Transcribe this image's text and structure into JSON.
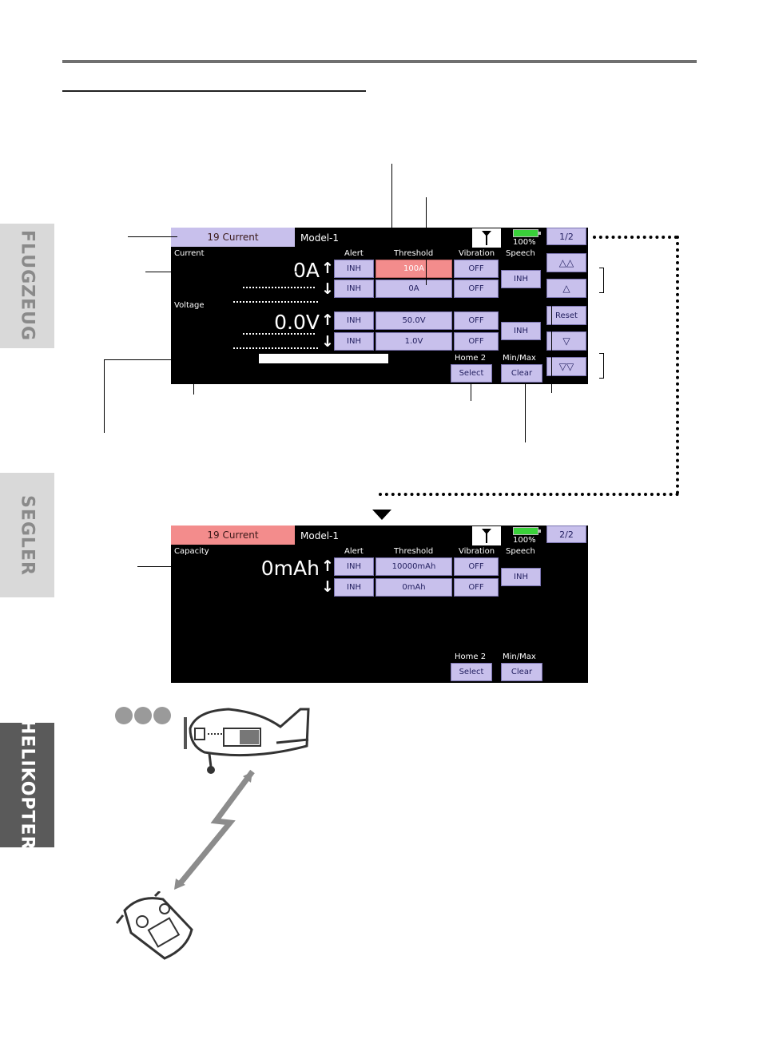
{
  "tabs": [
    "FLUGZEUG",
    "SEGLER",
    "HELIKOPTER"
  ],
  "page1": {
    "title": "19 Current",
    "model": "Model-1",
    "battery_pct": "100%",
    "page_btn": "1/2",
    "label_current": "Current",
    "label_voltage": "Voltage",
    "col_alert": "Alert",
    "col_threshold": "Threshold",
    "col_vibration": "Vibration",
    "col_speech": "Speech",
    "current_value": "0A",
    "voltage_value": "0.0V",
    "rows": [
      {
        "alert": "INH",
        "threshold": "100A",
        "vibration": "OFF"
      },
      {
        "alert": "INH",
        "threshold": "0A",
        "vibration": "OFF"
      },
      {
        "alert": "INH",
        "threshold": "50.0V",
        "vibration": "OFF"
      },
      {
        "alert": "INH",
        "threshold": "1.0V",
        "vibration": "OFF"
      }
    ],
    "speech_1": "INH",
    "speech_2": "INH",
    "nav": {
      "up2": "△△",
      "up": "△",
      "reset": "Reset",
      "down": "▽",
      "down2": "▽▽"
    },
    "home2_label": "Home 2",
    "home2_btn": "Select",
    "minmax_label": "Min/Max",
    "minmax_btn": "Clear",
    "dots": "··············:",
    "dots_colon": ":"
  },
  "page2": {
    "title": "19 Current",
    "model": "Model-1",
    "battery_pct": "100%",
    "page_btn": "2/2",
    "label_capacity": "Capacity",
    "col_alert": "Alert",
    "col_threshold": "Threshold",
    "col_vibration": "Vibration",
    "col_speech": "Speech",
    "capacity_value": "0mAh",
    "rows": [
      {
        "alert": "INH",
        "threshold": "10000mAh",
        "vibration": "OFF"
      },
      {
        "alert": "INH",
        "threshold": "0mAh",
        "vibration": "OFF"
      }
    ],
    "speech": "INH",
    "home2_label": "Home 2",
    "home2_btn": "Select",
    "minmax_label": "Min/Max",
    "minmax_btn": "Clear"
  },
  "colors": {
    "title_bar_1": "#c8c0ec",
    "title_bar_2": "#f38c8c",
    "button": "#c8c0ec",
    "alarm_button": "#f38c8c"
  },
  "icons": [
    "antenna-icon",
    "battery-icon",
    "airplane-icon",
    "transmitter-icon",
    "lightning-icon"
  ]
}
